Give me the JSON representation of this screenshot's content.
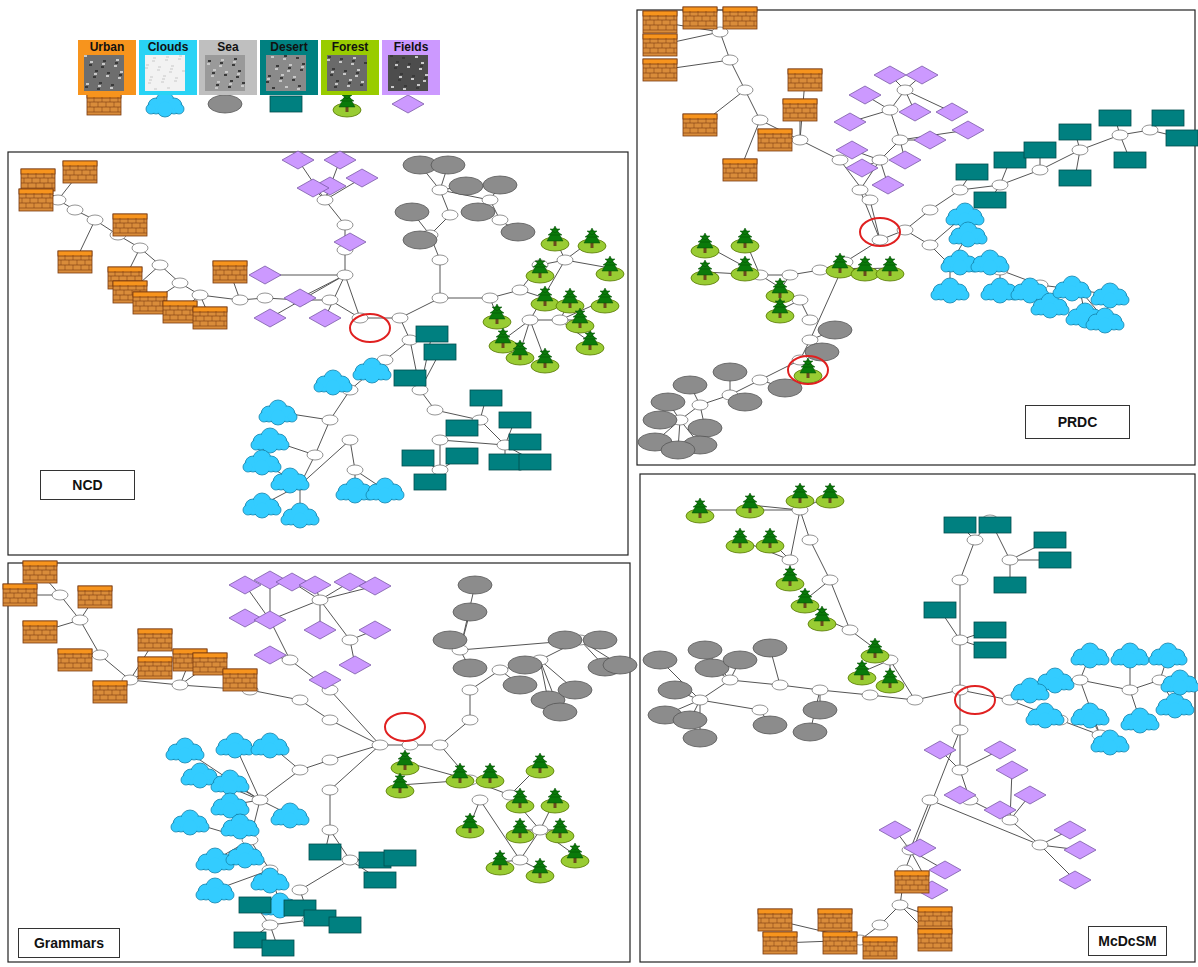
{
  "diagram": {
    "nodes": [
      {
        "text": [
          "NCD"
        ]
      },
      {
        "text": [
          "PRDC"
        ]
      },
      {
        "text": [
          "Grammars"
        ]
      },
      {
        "text": [
          "McDcSM"
        ]
      }
    ],
    "legend": [
      {
        "text": "Urban",
        "color": "#f7941d"
      },
      {
        "text": "Clouds",
        "color": "#29d3f5"
      },
      {
        "text": "Sea",
        "color": "#bfbfbf"
      },
      {
        "text": "Desert",
        "color": "#008080"
      },
      {
        "text": "Forest",
        "color": "#99cc00"
      },
      {
        "text": "Fields",
        "color": "#cc99ff"
      }
    ]
  }
}
